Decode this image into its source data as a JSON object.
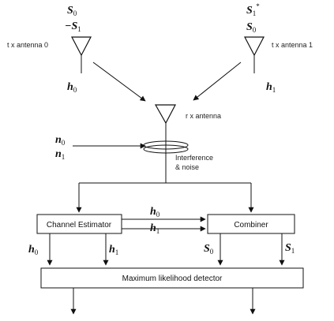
{
  "tx_left": {
    "label": "t x antenna 0",
    "sym_top": "S",
    "sym_top_sub": "0",
    "sym_bot_prefix": "−",
    "sym_bot": "S",
    "sym_bot_sub": "1",
    "channel": "h",
    "channel_sub": "0"
  },
  "tx_right": {
    "label": "t x antenna 1",
    "sym_top": "S",
    "sym_top_sub": "1",
    "sym_top_suffix": "*",
    "sym_bot": "S",
    "sym_bot_sub": "0",
    "channel": "h",
    "channel_sub": "1"
  },
  "rx": {
    "label": "r x antenna"
  },
  "noise": {
    "n0": "n",
    "n0_sub": "0",
    "n1": "n",
    "n1_sub": "1",
    "label_line1": "Interference",
    "label_line2": "& noise"
  },
  "blocks": {
    "channel_estimator": "Channel Estimator",
    "combiner": "Combiner",
    "ml_detector": "Maximum likelihood detector"
  },
  "links": {
    "h0": "h",
    "h0_sub": "0",
    "h1": "h",
    "h1_sub": "1"
  },
  "est_outputs": {
    "h0": "h",
    "h0_sub": "0",
    "h1": "h",
    "h1_sub": "1"
  },
  "comb_outputs": {
    "s0": "S",
    "s0_sub": "0",
    "s1": "S",
    "s1_sub": "1"
  }
}
